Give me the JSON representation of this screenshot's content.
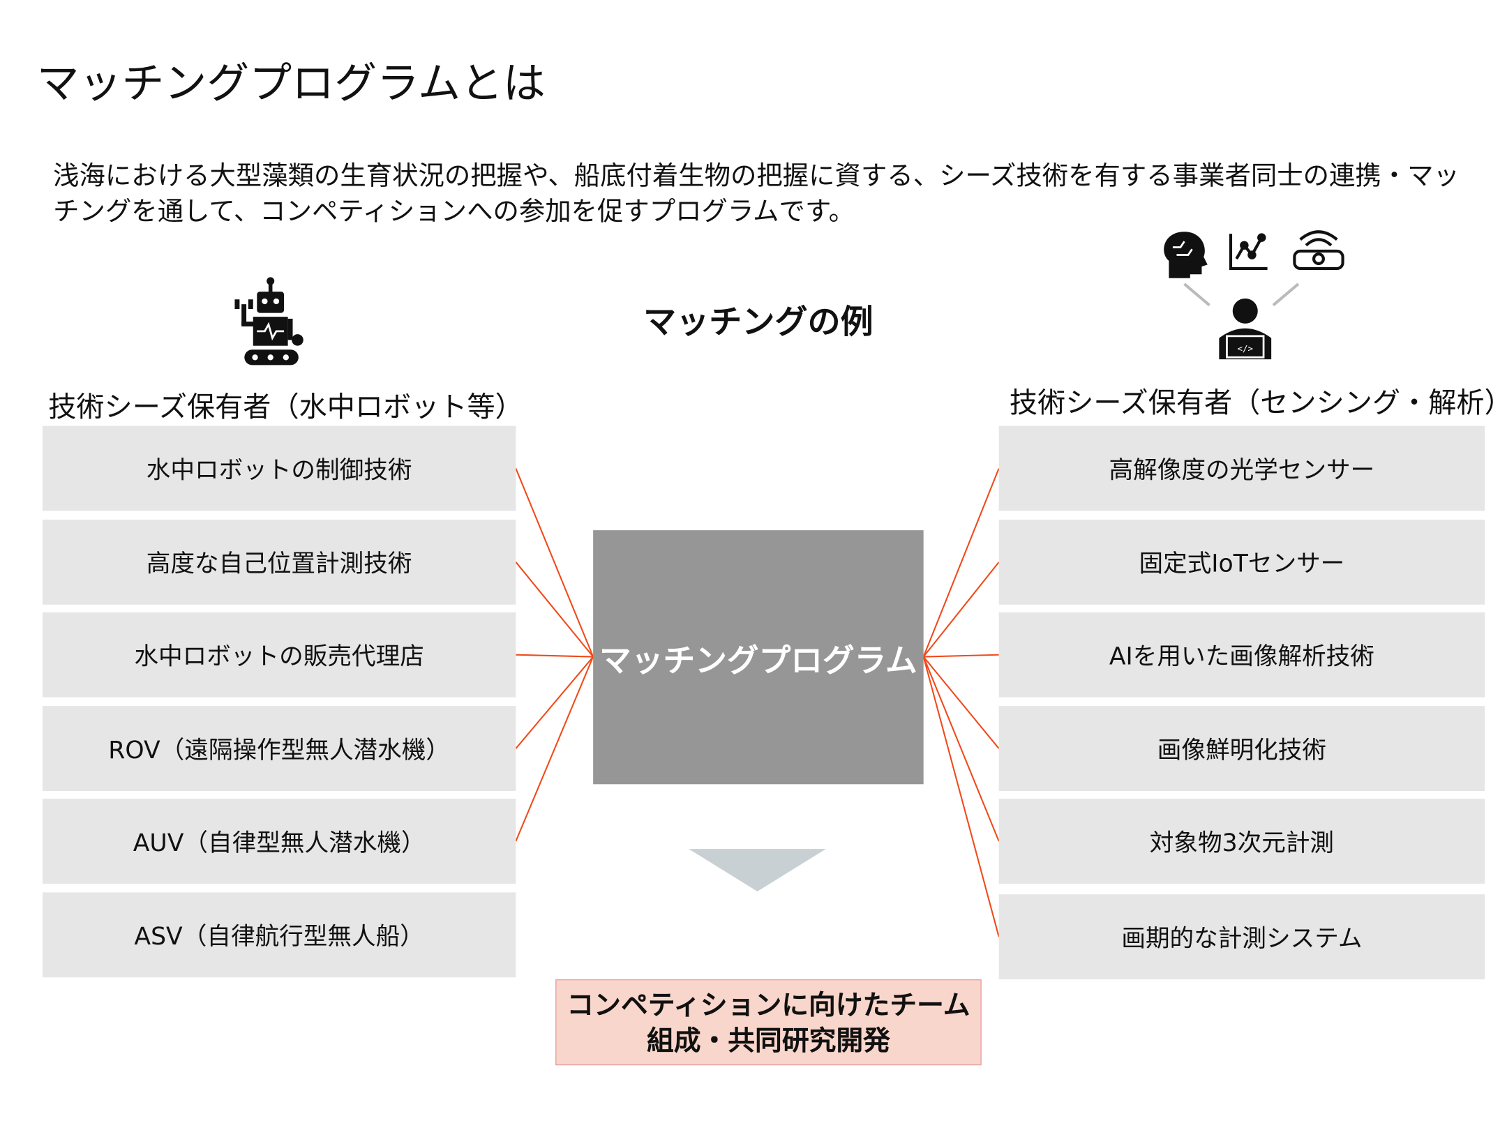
{
  "title": "マッチングプログラムとは",
  "intro": "浅海における大型藻類の生育状況の把握や、船底付着生物の把握に資する、シーズ技術を有する事業者同士の連携・マッチングを通して、コンペティションへの参加を促すプログラムです。",
  "example_heading": "マッチングの例",
  "left": {
    "heading": "技術シーズ保有者（水中ロボット等）",
    "items": [
      "水中ロボットの制御技術",
      "高度な自己位置計測技術",
      "水中ロボットの販売代理店",
      "ROV（遠隔操作型無人潜水機）",
      "AUV（自律型無人潜水機）",
      "ASV（自律航行型無人船）"
    ]
  },
  "right": {
    "heading": "技術シーズ保有者（センシング・解析）",
    "items": [
      "高解像度の光学センサー",
      "固定式IoTセンサー",
      "AIを用いた画像解析技術",
      "画像鮮明化技術",
      "対象物3次元計測",
      "画期的な計測システム"
    ]
  },
  "center_label": "マッチングプログラム",
  "result": {
    "line1": "コンペティションに向けたチーム",
    "line2": "組成・共同研究開発"
  },
  "colors": {
    "connector": "#f04a1a",
    "box": "#e6e6e6",
    "center": "#969696",
    "result_bg": "#f9d6cb",
    "arrow": "#c8d0d3"
  }
}
